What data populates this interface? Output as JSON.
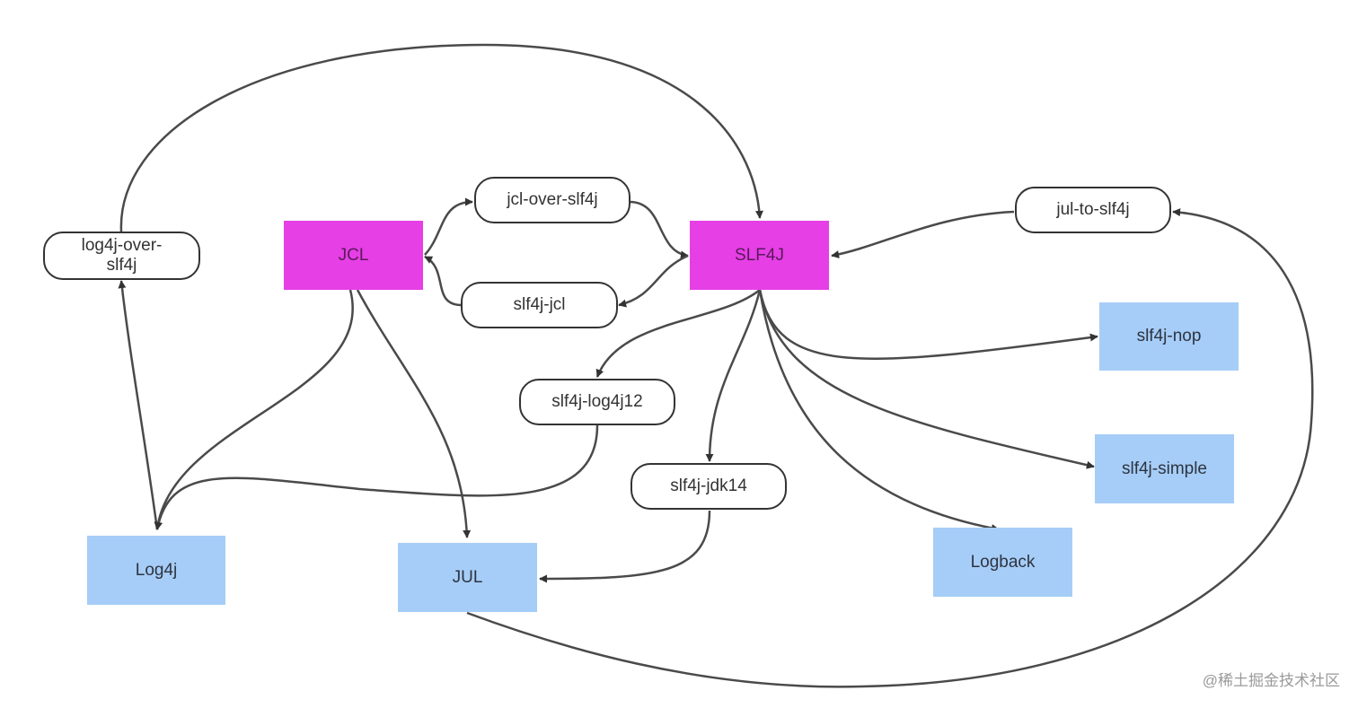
{
  "diagram": {
    "nodes": {
      "jcl": {
        "label": "JCL",
        "color": "#e63fe6"
      },
      "slf4j": {
        "label": "SLF4J",
        "color": "#e63fe6"
      },
      "log4j_over_slf4j": {
        "label": "log4j-over-\nslf4j"
      },
      "jcl_over_slf4j": {
        "label": "jcl-over-slf4j"
      },
      "slf4j_jcl": {
        "label": "slf4j-jcl"
      },
      "jul_to_slf4j": {
        "label": "jul-to-slf4j"
      },
      "slf4j_log4j12": {
        "label": "slf4j-log4j12"
      },
      "slf4j_jdk14": {
        "label": "slf4j-jdk14"
      },
      "slf4j_nop": {
        "label": "slf4j-nop",
        "color": "#a6cdf7"
      },
      "slf4j_simple": {
        "label": "slf4j-simple",
        "color": "#a6cdf7"
      },
      "logback": {
        "label": "Logback",
        "color": "#a6cdf7"
      },
      "log4j": {
        "label": "Log4j",
        "color": "#a6cdf7"
      },
      "jul": {
        "label": "JUL",
        "color": "#a6cdf7"
      }
    },
    "edges": [
      {
        "from": "log4j",
        "to": "log4j_over_slf4j"
      },
      {
        "from": "log4j_over_slf4j",
        "to": "slf4j"
      },
      {
        "from": "jcl",
        "to": "jcl_over_slf4j"
      },
      {
        "from": "jcl_over_slf4j",
        "to": "slf4j"
      },
      {
        "from": "slf4j",
        "to": "slf4j_jcl"
      },
      {
        "from": "slf4j_jcl",
        "to": "jcl"
      },
      {
        "from": "jul_to_slf4j",
        "to": "slf4j"
      },
      {
        "from": "jul",
        "to": "jul_to_slf4j"
      },
      {
        "from": "slf4j",
        "to": "slf4j_log4j12"
      },
      {
        "from": "slf4j_log4j12",
        "to": "log4j"
      },
      {
        "from": "slf4j",
        "to": "slf4j_jdk14"
      },
      {
        "from": "slf4j_jdk14",
        "to": "jul"
      },
      {
        "from": "slf4j",
        "to": "slf4j_nop"
      },
      {
        "from": "slf4j",
        "to": "slf4j_simple"
      },
      {
        "from": "slf4j",
        "to": "logback"
      },
      {
        "from": "jcl",
        "to": "log4j"
      },
      {
        "from": "jcl",
        "to": "jul"
      }
    ]
  },
  "watermark": "@稀土掘金技术社区"
}
